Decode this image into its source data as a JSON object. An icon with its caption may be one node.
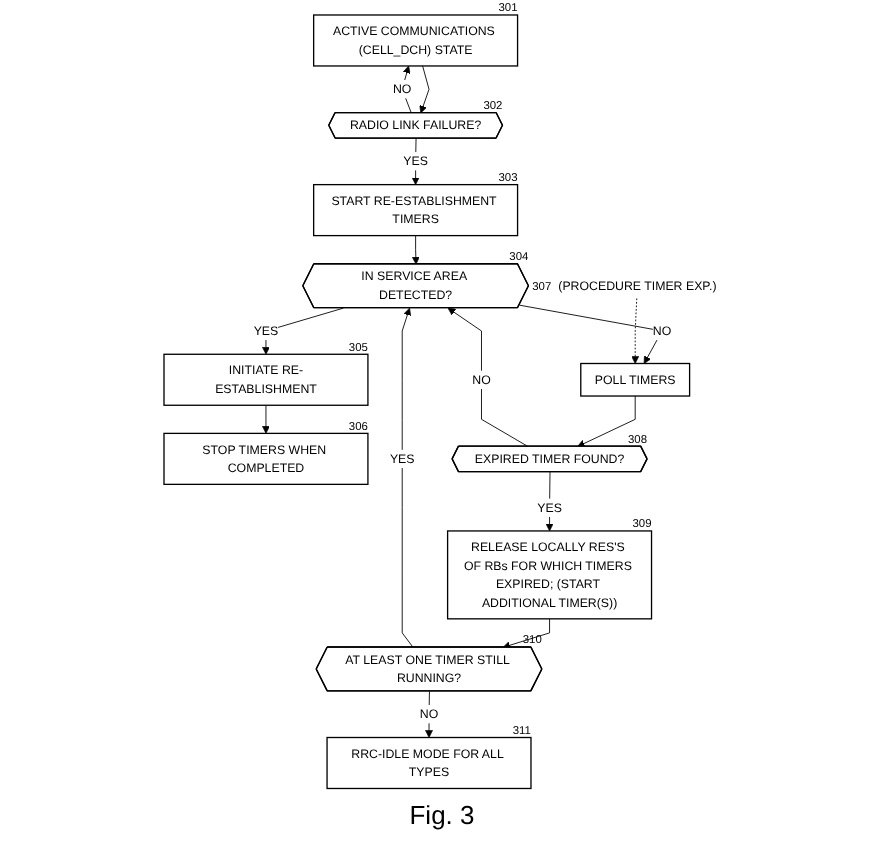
{
  "diagram": {
    "nodes": [
      {
        "text": [
          "ACTIVE COMMUNICATIONS (CELL_DCH) STATE"
        ],
        "beside": [
          "301"
        ]
      },
      {
        "text": [
          "RADIO LINK FAILURE?"
        ],
        "beside": [
          "302"
        ]
      },
      {
        "text": [
          "START RE-ESTABLISHMENT TIMERS"
        ],
        "beside": [
          "303"
        ]
      },
      {
        "text": [
          "IN SERVICE AREA DETECTED?"
        ],
        "beside": [
          "304"
        ]
      },
      {
        "text": [
          "INITIATE RE-ESTABLISHMENT"
        ],
        "beside": [
          "305"
        ]
      },
      {
        "text": [
          "(PROCEDURE TIMER EXP.)"
        ],
        "beside": [
          "307"
        ]
      },
      {
        "text": [
          "STOP TIMERS WHEN COMPLETED"
        ],
        "beside": [
          "306"
        ]
      },
      {
        "text": [
          "POLL TIMERS"
        ]
      },
      {
        "text": [
          "EXPIRED TIMER FOUND?"
        ],
        "beside": [
          "308"
        ]
      },
      {
        "text": [
          "RELEASE LOCALLY RES'S OF RBs FOR WHICH TIMERS EXPIRED; (START ADDITIONAL TIMER(S))"
        ],
        "beside": [
          "309"
        ]
      },
      {
        "text": [
          "AT LEAST ONE TIMER STILL RUNNING?"
        ],
        "beside": [
          "310"
        ]
      },
      {
        "text": [
          "RRC-IDLE MODE FOR ALL TYPES"
        ],
        "beside": [
          "311"
        ]
      }
    ],
    "edges": [
      {
        "from": 0,
        "to": 1,
        "arrow": "to"
      },
      {
        "from": 1,
        "to": 0,
        "arrow": "to",
        "label": "NO"
      },
      {
        "from": 1,
        "to": 2,
        "arrow": "to",
        "label": "YES"
      },
      {
        "from": 2,
        "to": 3,
        "arrow": "to"
      },
      {
        "from": 3,
        "to": 4,
        "arrow": "to",
        "label": "YES"
      },
      {
        "from": 3,
        "to": 7,
        "arrow": "to",
        "label": "NO"
      },
      {
        "from": 4,
        "to": 6,
        "arrow": "to"
      },
      {
        "from": 5,
        "to": 7,
        "arrow": "to",
        "style": "dashed"
      },
      {
        "from": 7,
        "to": 8,
        "arrow": "to"
      },
      {
        "from": 8,
        "to": 3,
        "arrow": "to",
        "label": "NO"
      },
      {
        "from": 8,
        "to": 9,
        "arrow": "to",
        "label": "YES"
      },
      {
        "from": 9,
        "to": 10,
        "arrow": "to"
      },
      {
        "from": 10,
        "to": 3,
        "arrow": "to",
        "label": "YES"
      },
      {
        "from": 10,
        "to": 11,
        "arrow": "to",
        "label": "NO"
      }
    ],
    "caption": "Fig. 3"
  }
}
